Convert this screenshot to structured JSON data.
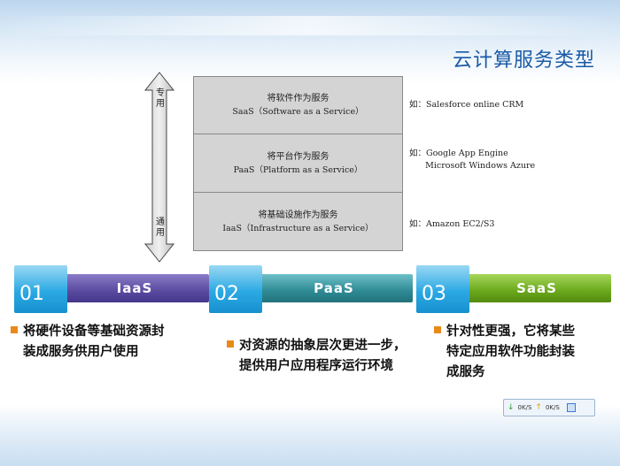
{
  "page": {
    "title": "云计算服务类型"
  },
  "arrow": {
    "top_label": "专\n用",
    "bottom_label": "通\n用"
  },
  "services": [
    {
      "cn": "将软件作为服务",
      "en": "SaaS（Software as a Service）",
      "example": "如：Salesforce online CRM"
    },
    {
      "cn": "将平台作为服务",
      "en": "PaaS（Platform as a Service）",
      "example": "如：Google App Engine\n      Microsoft Windows Azure"
    },
    {
      "cn": "将基础设施作为服务",
      "en": "IaaS（Infrastructure as a Service）",
      "example": "如：Amazon EC2/S3"
    }
  ],
  "categories": [
    {
      "number": "01",
      "label": "IaaS",
      "color": "#5a4aa0"
    },
    {
      "number": "02",
      "label": "PaaS",
      "color": "#2e8a94"
    },
    {
      "number": "03",
      "label": "SaaS",
      "color": "#6aa81c"
    }
  ],
  "descriptions": [
    {
      "line1": "将硬件设备等基础资源封",
      "line2": "装成服务供用户使用",
      "line3": ""
    },
    {
      "line1": "对资源的抽象层次更进一步，",
      "line2": "提供用户应用程序运行环境",
      "line3": ""
    },
    {
      "line1": "针对性更强，它将某些",
      "line2": "特定应用软件功能封装",
      "line3": "成服务"
    }
  ],
  "status_widget": {
    "down_rate": "0K/S",
    "up_rate": "0K/S"
  },
  "colors": {
    "title": "#1a5aa6",
    "number_box": "#2ba9e3",
    "bullet": "#e8891a",
    "service_box": "#d4d4d4"
  }
}
